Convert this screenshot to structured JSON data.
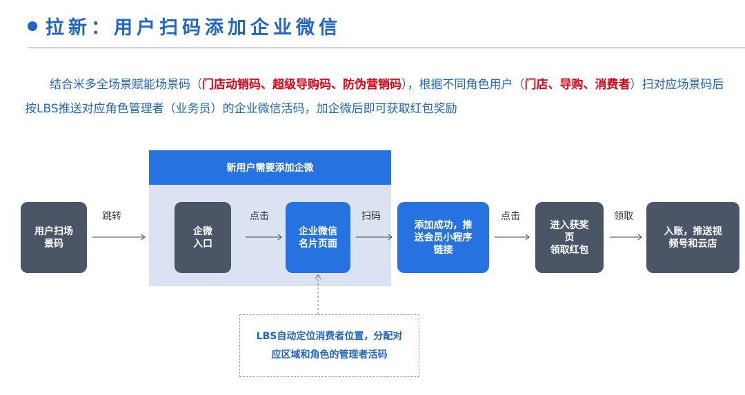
{
  "title": "拉新：用户扫码添加企业微信",
  "description": {
    "p1": "结合米多全场景赋能场景码（",
    "red1": "门店动销码、超级导购码、防伪营销码",
    "p2": "），根据不同角色用户（",
    "red2": "门店、导购、消费者",
    "p3": "）扫对应场景码后按LBS推送对应角色管理者（业务员）的企业微信活码，加企微后即可获取红包奖励"
  },
  "diagram": {
    "group_title": "新用户需要添加企微",
    "nodes": {
      "scan": "用户扫场\n景码",
      "entry": "企微\n入口",
      "card": "企业微信\n名片页面",
      "success": "添加成功，推\n送会员小程序\n链接",
      "prize": "进入获奖\n页\n领取红包",
      "account": "入账，推送视\n频号和云店"
    },
    "edges": {
      "jump": "跳转",
      "click1": "点击",
      "scan_code": "扫码",
      "click2": "点击",
      "receive": "领取"
    },
    "note_line1": "LBS自动定位消费者位置，分配对",
    "note_line2": "应区域和角色的管理者活码"
  },
  "colors": {
    "accent_blue": "#2672e0",
    "title_blue": "#1f64c8",
    "dark_box": "#4a5566",
    "group_bg": "#dbe2f1",
    "highlight_red": "#e60012"
  }
}
